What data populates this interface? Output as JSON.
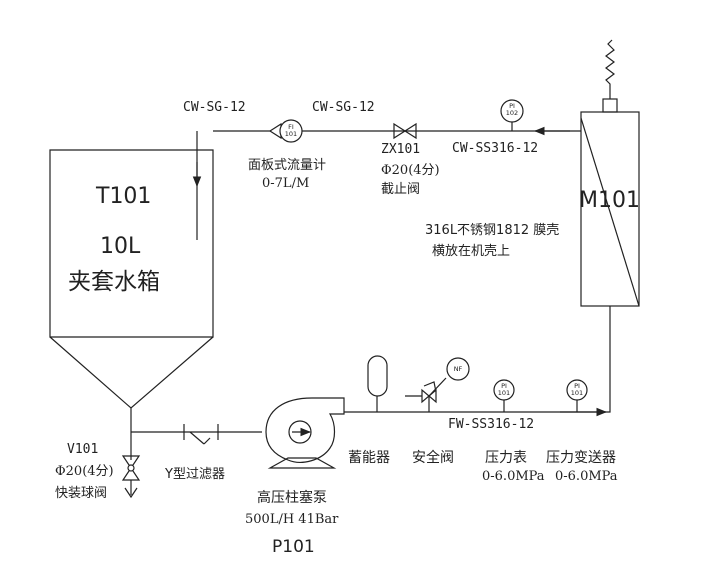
{
  "tank": {
    "tag": "T101",
    "volume": "10L",
    "name": "夹套水箱"
  },
  "lines": {
    "top_left": "CW-SG-12",
    "top_mid": "CW-SG-12",
    "return": "CW-SS316-12",
    "feed": "FW-SS316-12"
  },
  "flowmeter": {
    "symbol": "FI",
    "tag": "101",
    "name": "面板式流量计",
    "range": "0-7L/M"
  },
  "stop_valve": {
    "tag": "ZX101",
    "size": "Φ20(4分)",
    "name": "截止阀"
  },
  "gauge_top": {
    "symbol": "PI",
    "tag": "102"
  },
  "membrane": {
    "tag": "M101",
    "description_1": "316L不锈钢1812 膜壳",
    "description_2": "横放在机壳上"
  },
  "ball_valve": {
    "tag": "V101",
    "size": "Φ20(4分)",
    "name": "快装球阀"
  },
  "y_filter": {
    "name": "Y型过滤器"
  },
  "pump": {
    "name": "高压柱塞泵",
    "spec": "500L/H 41Bar",
    "tag": "P101"
  },
  "accumulator": {
    "name": "蓄能器"
  },
  "safety_valve": {
    "name": "安全阀",
    "symbol": "NF"
  },
  "gauge_feed": {
    "symbol": "PI",
    "tag": "101",
    "name": "压力表",
    "range": "0-6.0MPa"
  },
  "transmitter": {
    "symbol": "PI",
    "tag": "101",
    "name": "压力变送器",
    "range": "0-6.0MPa"
  },
  "colors": {
    "line": "#222222",
    "background": "#ffffff"
  }
}
